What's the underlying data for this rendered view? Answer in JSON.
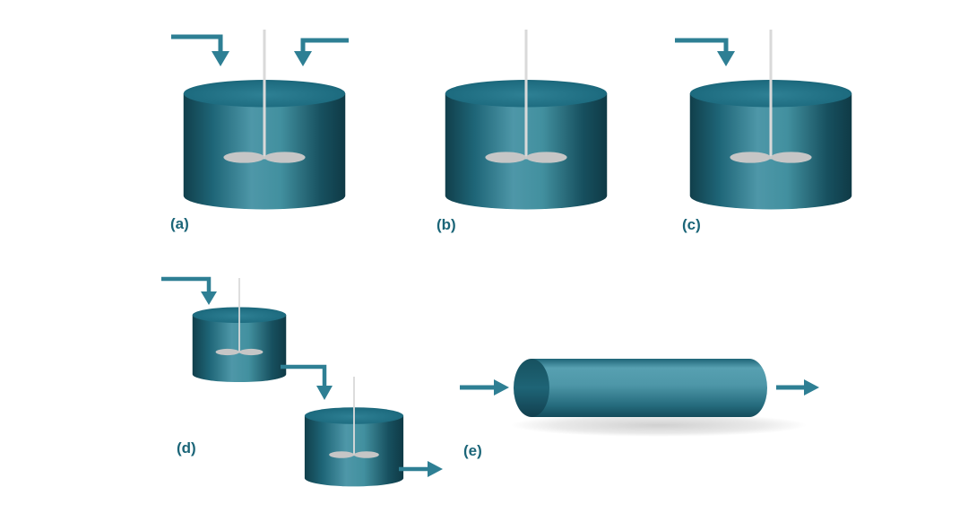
{
  "diagram": {
    "background": "#FFFFFF",
    "labels": {
      "a": "(a)",
      "b": "(b)",
      "c": "(c)",
      "d": "(d)",
      "e": "(e)"
    },
    "colors": {
      "arrow": "#2E7F94",
      "tank_dark": "#113F4B",
      "tank_mid": "#1E6577",
      "tank_light": "#4E97A8",
      "top_face": "#1D6B7F",
      "shaft": "#D9D9D9",
      "impeller": "#C6C6C6",
      "label_text": "#1B6578"
    }
  }
}
